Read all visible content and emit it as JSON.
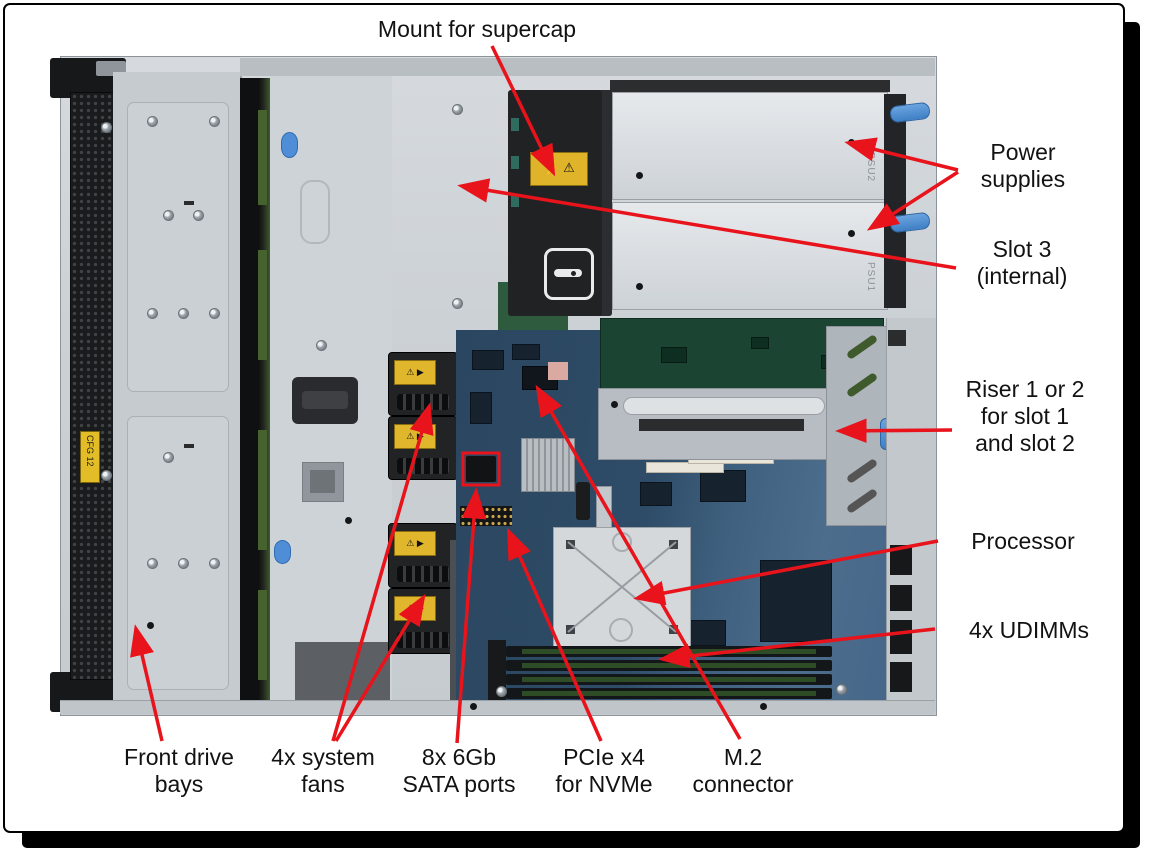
{
  "figure": {
    "type": "annotated-hardware-diagram",
    "subject": "1U server internal top view with labeled components",
    "accent_color": "#e8131b",
    "callouts": {
      "mount_supercap": "Mount for supercap",
      "power_supplies": "Power\nsupplies",
      "slot3": "Slot 3\n(internal)",
      "riser": "Riser 1 or 2\nfor slot 1\nand slot 2",
      "processor": "Processor",
      "udimms": "4x UDIMMs",
      "front_drive_bays": "Front drive\nbays",
      "system_fans": "4x system\nfans",
      "sata_ports": "8x 6Gb\nSATA ports",
      "pcie_nvme": "PCIe x4\nfor NVMe",
      "m2_connector": "M.2\nconnector"
    },
    "component_markings": {
      "psu1": "PSU1",
      "psu2": "PSU2",
      "cfg_label": "CFG 12",
      "fan_label_glyph": "⚠ ▶",
      "supercap_warning_glyph": "⚡ ⚠"
    }
  }
}
